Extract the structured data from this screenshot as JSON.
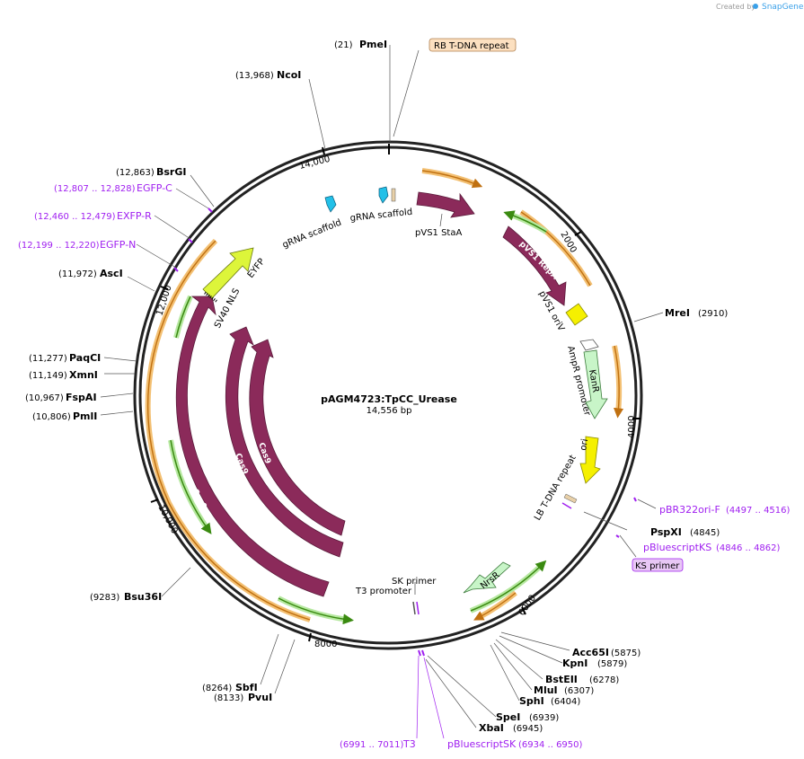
{
  "brand": {
    "created_by": "Created by",
    "app": "SnapGene"
  },
  "plasmid": {
    "name": "pAGM4723:TpCC_Urease",
    "size": "14,556 bp"
  },
  "ticks": [
    "2000",
    "4000",
    "6000",
    "8000",
    "10,000",
    "12,000",
    "14,000"
  ],
  "sites": [
    {
      "name": "PmeI",
      "pos": "(21)"
    },
    {
      "name": "NcoI",
      "pos": "(13,968)"
    },
    {
      "name": "BsrGI",
      "pos": "(12,863)"
    },
    {
      "name": "AscI",
      "pos": "(11,972)"
    },
    {
      "name": "PaqCI",
      "pos": "(11,277)"
    },
    {
      "name": "XmnI",
      "pos": "(11,149)"
    },
    {
      "name": "FspAI",
      "pos": "(10,967)"
    },
    {
      "name": "PmlI",
      "pos": "(10,806)"
    },
    {
      "name": "Bsu36I",
      "pos": "(9283)"
    },
    {
      "name": "SbfI",
      "pos": "(8264)"
    },
    {
      "name": "PvuI",
      "pos": "(8133)"
    },
    {
      "name": "MreI",
      "pos": "(2910)"
    },
    {
      "name": "PspXI",
      "pos": "(4845)"
    },
    {
      "name": "Acc65I",
      "pos": "(5875)"
    },
    {
      "name": "KpnI",
      "pos": "(5879)"
    },
    {
      "name": "BstEII",
      "pos": "(6278)"
    },
    {
      "name": "MluI",
      "pos": "(6307)"
    },
    {
      "name": "SphI",
      "pos": "(6404)"
    },
    {
      "name": "SpeI",
      "pos": "(6939)"
    },
    {
      "name": "XbaI",
      "pos": "(6945)"
    }
  ],
  "primers": [
    {
      "name": "EGFP-C",
      "range": "(12,807 .. 12,828)"
    },
    {
      "name": "EXFP-R",
      "range": "(12,460 .. 12,479)"
    },
    {
      "name": "EGFP-N",
      "range": "(12,199 .. 12,220)"
    },
    {
      "name": "pBR322ori-F",
      "range": "(4497 .. 4516)"
    },
    {
      "name": "pBluescriptKS",
      "range": "(4846 .. 4862)"
    },
    {
      "name": "T3",
      "range": "(6991 .. 7011)"
    },
    {
      "name": "pBluescriptSK",
      "range": "(6934 .. 6950)"
    }
  ],
  "boxed_labels": {
    "rb": "RB T-DNA repeat",
    "ks": "KS primer"
  },
  "features": {
    "grna1": "gRNA scaffold",
    "grna2": "gRNA scaffold",
    "pvs1_staa": "pVS1 StaA",
    "pvs1_repa": "pVS1 RepA",
    "pvs1_oriv": "pVS1 oriV",
    "ampr_promoter": "AmpR promoter",
    "kanr": "KanR",
    "ori": "ori",
    "lb": "LB T-DNA repeat",
    "nrsr": "NrsR",
    "sk_primer": "SK primer",
    "t3_promoter": "T3 promoter",
    "cas9_a": "Cas9",
    "cas9_b": "Cas9",
    "cas9_c": "Cas9",
    "sv40": "SV40 NLS",
    "eyfp": "EYFP"
  },
  "colors": {
    "cas9": "#8b2a5a",
    "kanr": "#c8f5c8",
    "ori": "#f5f000",
    "eyfp": "#ddf53a",
    "grna": "#22c0e8",
    "primer": "#a020f0",
    "orange": "#f0b050",
    "green": "#3a8a10",
    "brand": "#3aa0e8"
  }
}
